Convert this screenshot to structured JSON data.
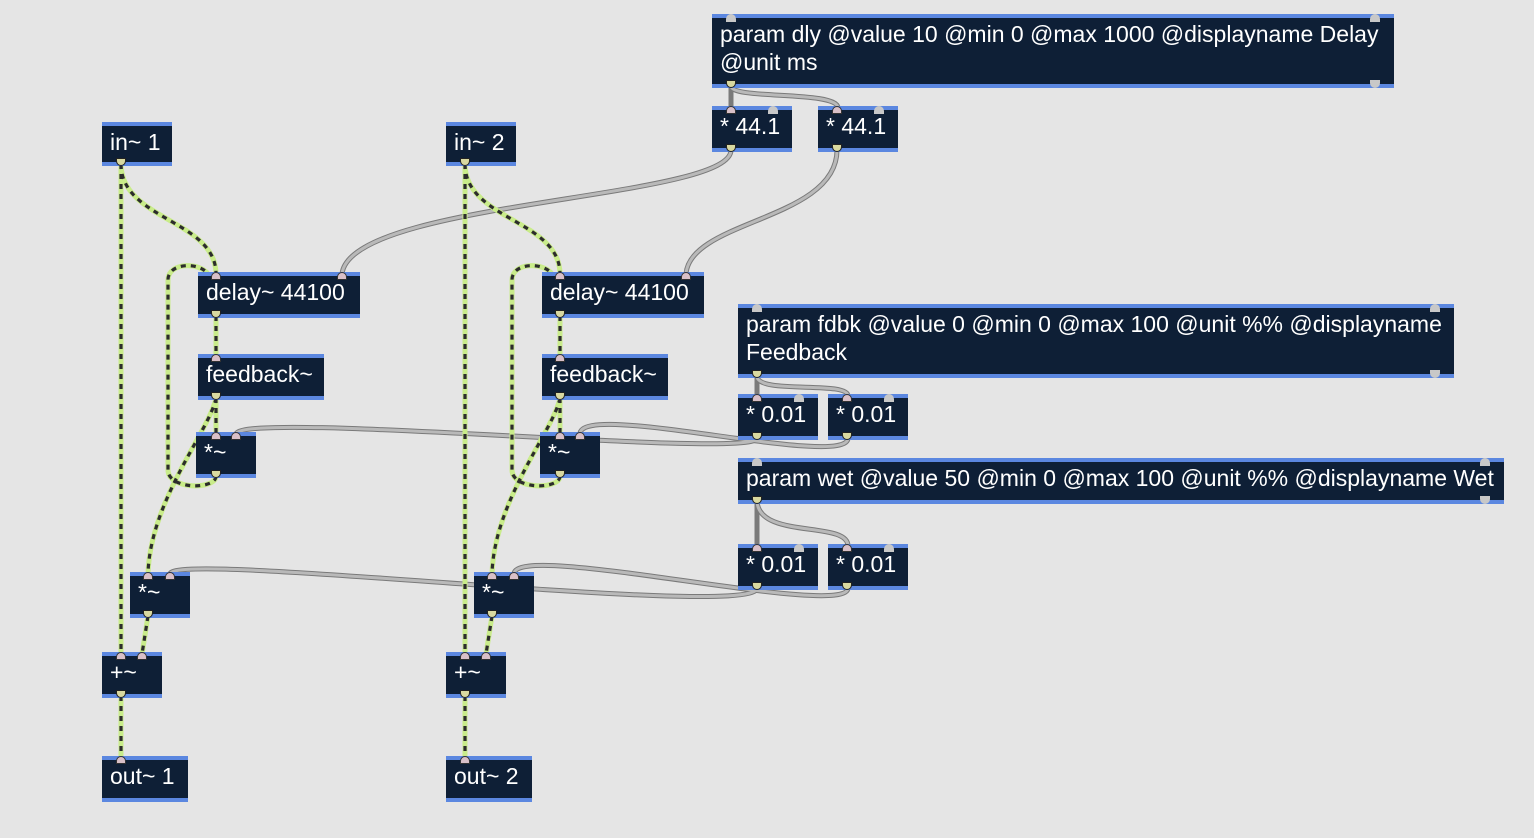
{
  "patch": {
    "objects": {
      "in1": "in~ 1",
      "in2": "in~ 2",
      "param_dly": "param dly @value 10 @min 0 @max 1000 @displayname Delay @unit ms",
      "mul_dly_a": "* 44.1",
      "mul_dly_b": "* 44.1",
      "delay1": "delay~ 44100",
      "delay2": "delay~ 44100",
      "feedback1": "feedback~",
      "feedback2": "feedback~",
      "param_fdbk": "param fdbk @value 0 @min 0 @max 100 @unit %% @displayname Feedback",
      "mul_fdbk_a": "* 0.01",
      "mul_fdbk_b": "* 0.01",
      "sigmul_fb1": "*~",
      "sigmul_fb2": "*~",
      "param_wet": "param wet @value 50 @min 0 @max 100 @unit %% @displayname Wet",
      "mul_wet_a": "* 0.01",
      "mul_wet_b": "* 0.01",
      "sigmul_wet1": "*~",
      "sigmul_wet2": "*~",
      "add1": "+~",
      "add2": "+~",
      "out1": "out~ 1",
      "out2": "out~ 2"
    }
  },
  "colors": {
    "background": "#e5e5e5",
    "box_fill": "#0e1f36",
    "box_border": "#5b87e0",
    "signal_cord": "#c9ec8a",
    "control_cord": "#7a7a7a"
  }
}
